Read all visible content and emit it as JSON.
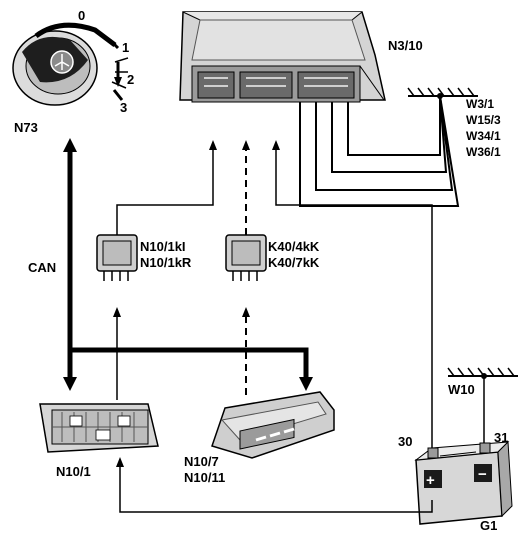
{
  "components": {
    "ignition_switch": {
      "id": "N73",
      "positions": [
        "0",
        "1",
        "2",
        "3"
      ]
    },
    "control_unit": {
      "id": "N3/10"
    },
    "relay_left": {
      "line1": "N10/1kI",
      "line2": "N10/1kR"
    },
    "relay_right": {
      "line1": "K40/4kK",
      "line2": "K40/7kK"
    },
    "sam_front": {
      "id": "N10/1"
    },
    "sam_rear": {
      "line1": "N10/7",
      "line2": "N10/11"
    },
    "battery": {
      "id": "G1",
      "terminal_plus": "30",
      "terminal_minus": "31",
      "plus_sign": "+",
      "minus_sign": "−"
    }
  },
  "grounds": {
    "upper": {
      "labels": [
        "W3/1",
        "W15/3",
        "W34/1",
        "W36/1"
      ]
    },
    "lower": {
      "label": "W10"
    }
  },
  "bus": {
    "label": "CAN"
  },
  "colors": {
    "line": "#000000",
    "background": "#ffffff",
    "component_fill": "#d9d9d9",
    "component_shade": "#9a9a9a"
  }
}
